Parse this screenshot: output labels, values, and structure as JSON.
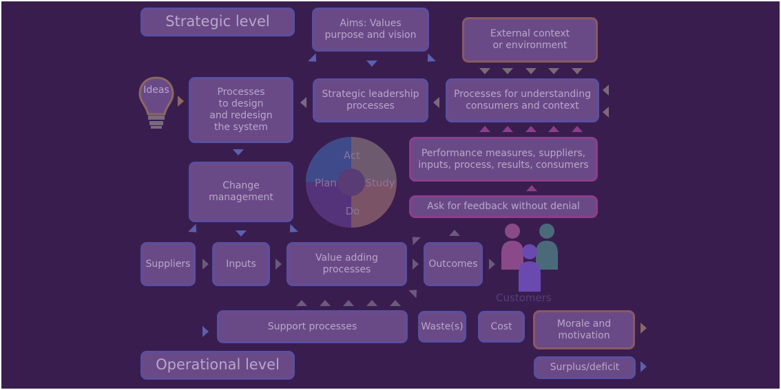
{
  "levels": {
    "strategic": "Strategic level",
    "operational": "Operational level"
  },
  "aims": "Aims: Values\npurpose and vision",
  "external": "External context\nor environment",
  "ideas": "Ideas",
  "design": "Processes\nto design\nand redesign\nthe system",
  "leadership": "Strategic leadership\nprocesses",
  "understanding": "Processes for understanding\nconsumers and context",
  "measures": "Performance measures, suppliers,\ninputs, process, results, consumers",
  "feedback": "Ask for feedback without denial",
  "change": "Change\nmanagement",
  "pdsa": {
    "act": "Act",
    "plan": "Plan",
    "study": "Study",
    "do": "Do"
  },
  "flow": {
    "suppliers": "Suppliers",
    "inputs": "Inputs",
    "value": "Value adding\nprocesses",
    "outcomes": "Outcomes"
  },
  "customers": "Customers",
  "support": "Support processes",
  "waste": "Waste(s)",
  "cost": "Cost",
  "morale": "Morale and\nmotivation",
  "surplus": "Surplus/deficit",
  "colors": {
    "background": "#3a1d4f",
    "box_fill": "#6a4a86",
    "box_border_blue": "#5a4fa0",
    "box_border_orange": "#8a5a5f",
    "box_border_pink": "#8c3f8a",
    "text": "#b8a6cd"
  },
  "icons": [
    "lightbulb-icon",
    "customers-group-icon",
    "pdsa-cycle-icon"
  ]
}
